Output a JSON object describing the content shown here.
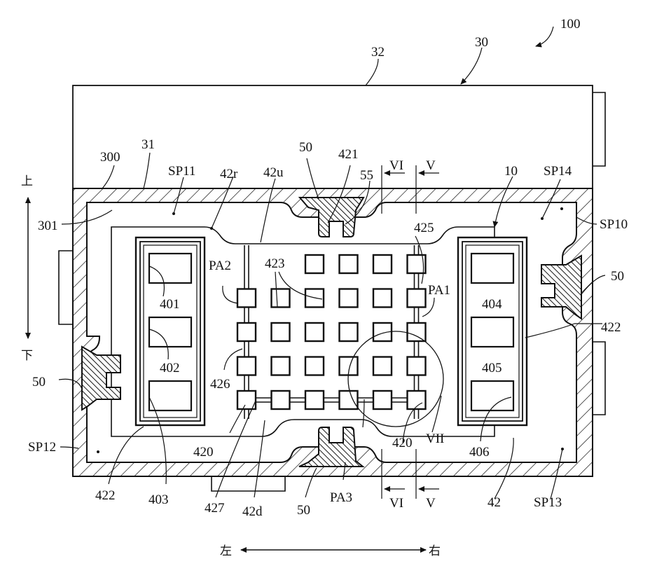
{
  "figure": {
    "title_ref": "100",
    "description": "Plan view of a semiconductor module assembly inside a housing",
    "colors": {
      "ink": "#111111",
      "paper": "#ffffff"
    }
  },
  "labels": {
    "assembly": "100",
    "housing": "30",
    "housing_lid": "32",
    "housing_wall": "31",
    "wall_outer": "300",
    "wall_inner": "301",
    "substrate_unit": "10",
    "frame": "42",
    "frame_right_edge": "42r",
    "frame_upper": "42u",
    "frame_lower": "42d",
    "frame_border_left": "422",
    "frame_border_right": "422",
    "dam_top": "421",
    "gasket": "55",
    "grid_line": "427",
    "pad_corner": "425",
    "pad_side": "426",
    "pad_array": "423",
    "corner_pad_left": "420",
    "corner_pad_right": "420",
    "space_top_left": "SP11",
    "space_top_right": "SP14",
    "space_right": "SP10",
    "space_bottom_left": "SP12",
    "space_bottom_right": "SP13",
    "area_1": "PA1",
    "area_2": "PA2",
    "area_3": "PA3",
    "section_v_top": "V",
    "section_vi_top": "VI",
    "section_v_bottom": "V",
    "section_vi_bottom": "VI",
    "detail_vii": "VII",
    "clip_top": "50",
    "clip_left": "50",
    "clip_right": "50",
    "clip_bottom": "50",
    "component_401": "401",
    "component_402": "402",
    "component_403": "403",
    "component_404": "404",
    "component_405": "405",
    "component_406": "406"
  },
  "directions": {
    "up": "上",
    "down": "下",
    "left": "左",
    "right": "右"
  },
  "pad_grid": {
    "rows": 5,
    "cols": 6,
    "missing_cells": [
      [
        0,
        0
      ],
      [
        0,
        1
      ]
    ]
  }
}
